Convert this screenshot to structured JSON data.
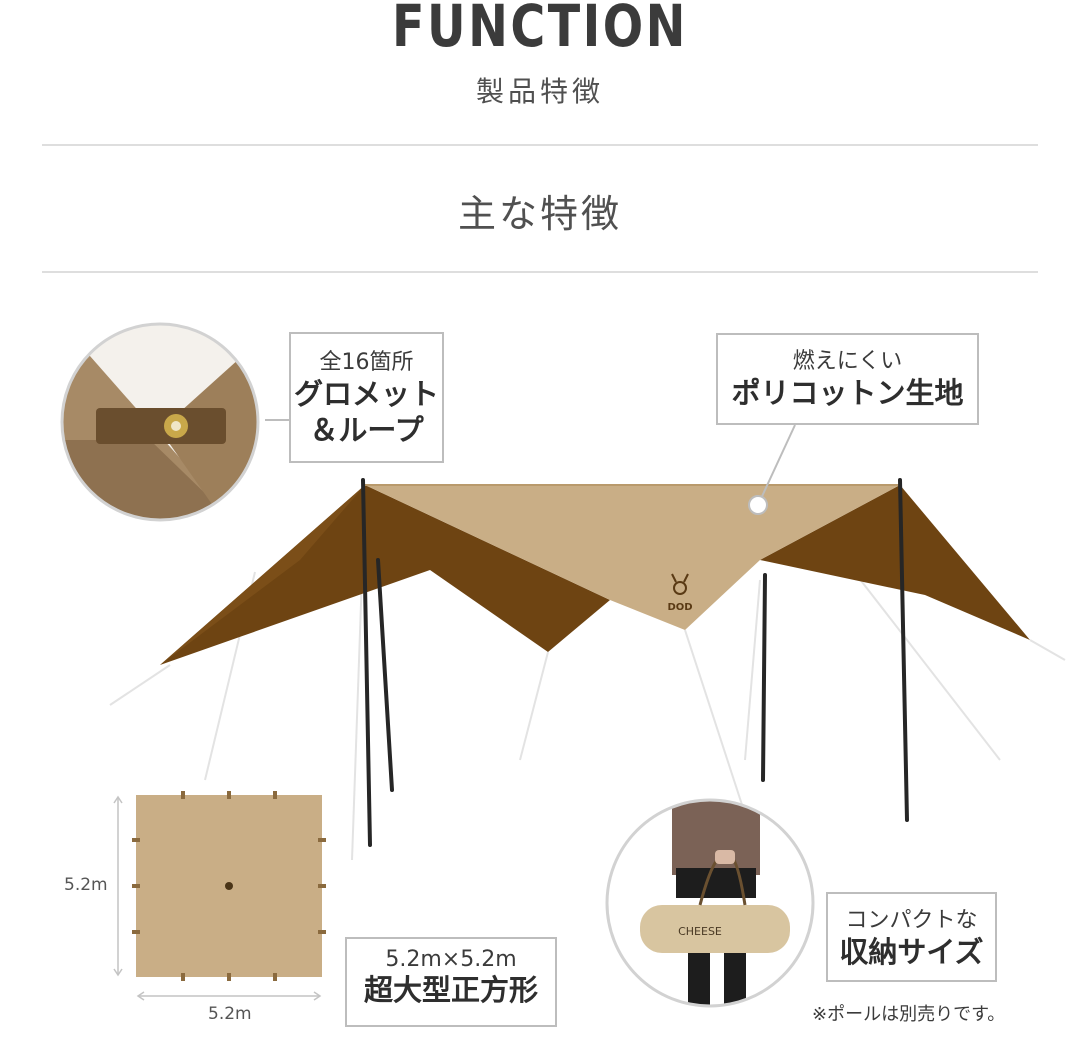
{
  "header": {
    "title": "FUNCTION",
    "subtitle": "製品特徴"
  },
  "section": {
    "title": "主な特徴"
  },
  "callouts": {
    "grommet": {
      "small": "全16箇所",
      "line1": "グロメット",
      "line2": "＆ループ"
    },
    "fabric": {
      "small": "燃えにくい",
      "big": "ポリコットン生地"
    },
    "size": {
      "small": "5.2m×5.2m",
      "big": "超大型正方形"
    },
    "compact": {
      "small": "コンパクトな",
      "big": "収納サイズ"
    }
  },
  "diagram": {
    "height_label": "5.2m",
    "width_label": "5.2m"
  },
  "bag": {
    "label": "CHEESE"
  },
  "tarp": {
    "logo": "DOD"
  },
  "note": "※ポールは別売りです。",
  "colors": {
    "tarp_top": "#c9ae86",
    "tarp_shade": "#6e4412",
    "text": "#3b3b3b",
    "border": "#bdbdbd"
  }
}
